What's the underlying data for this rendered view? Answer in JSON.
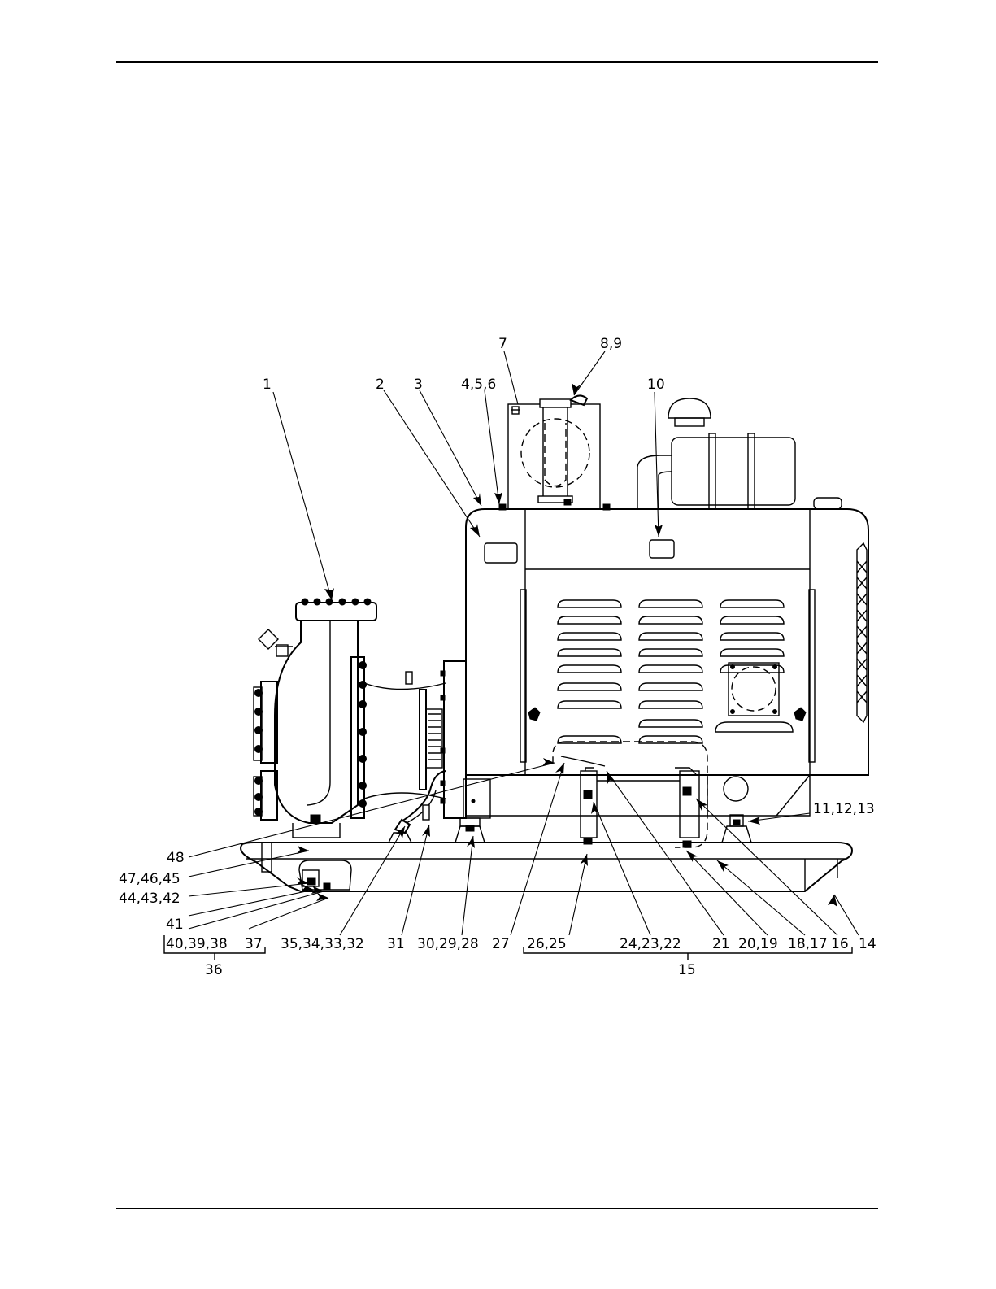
{
  "callouts": [
    {
      "id": "c1",
      "text": "1"
    },
    {
      "id": "c2",
      "text": "2"
    },
    {
      "id": "c3",
      "text": "3"
    },
    {
      "id": "c456",
      "text": "4,5,6"
    },
    {
      "id": "c7",
      "text": "7"
    },
    {
      "id": "c89",
      "text": "8,9"
    },
    {
      "id": "c10",
      "text": "10"
    },
    {
      "id": "c111213",
      "text": "11,12,13"
    },
    {
      "id": "c14",
      "text": "14"
    },
    {
      "id": "c16",
      "text": "16"
    },
    {
      "id": "c1817",
      "text": "18,17"
    },
    {
      "id": "c2019",
      "text": "20,19"
    },
    {
      "id": "c21",
      "text": "21"
    },
    {
      "id": "c242322",
      "text": "24,23,22"
    },
    {
      "id": "c2625",
      "text": "26,25"
    },
    {
      "id": "c27",
      "text": "27"
    },
    {
      "id": "c302928",
      "text": "30,29,28"
    },
    {
      "id": "c31",
      "text": "31"
    },
    {
      "id": "c35343332",
      "text": "35,34,33,32"
    },
    {
      "id": "c37",
      "text": "37"
    },
    {
      "id": "c403938",
      "text": "40,39,38"
    },
    {
      "id": "c41",
      "text": "41"
    },
    {
      "id": "c444342",
      "text": "44,43,42"
    },
    {
      "id": "c474645",
      "text": "47,46,45"
    },
    {
      "id": "c48",
      "text": "48"
    }
  ],
  "groups": [
    {
      "id": "g36",
      "text": "36"
    },
    {
      "id": "g15",
      "text": "15"
    }
  ]
}
